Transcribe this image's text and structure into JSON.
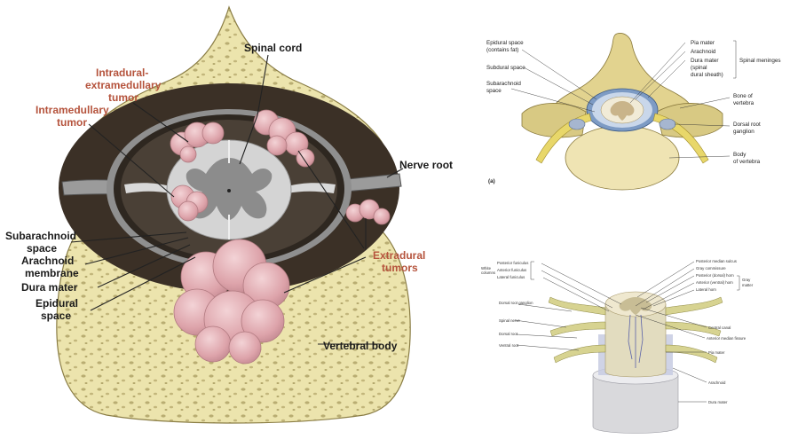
{
  "main_figure": {
    "labels": {
      "spinal_cord": "Spinal cord",
      "intradural_extramedullary_1": "Intradural-",
      "intradural_extramedullary_2": "extramedullary",
      "intradural_extramedullary_3": "tumor",
      "intramedullary_1": "Intramedullary",
      "intramedullary_2": "tumor",
      "nerve_root": "Nerve root",
      "subarachnoid_1": "Subarachnoid",
      "subarachnoid_2": "space",
      "arachnoid_1": "Arachnoid",
      "arachnoid_2": "membrane",
      "dura_mater": "Dura mater",
      "epidural_1": "Epidural",
      "epidural_2": "space",
      "extradural_1": "Extradural",
      "extradural_2": "tumors",
      "vertebral_body": "Vertebral body"
    },
    "colors": {
      "bone": "#ece4ad",
      "bone_pore": "#b9ad72",
      "epidural_dark": "#3b3026",
      "dura": "#8f8f8f",
      "cord_white": "#d4d4d4",
      "cord_gray": "#8c8c8c",
      "tumor": "#e3b3b8",
      "label_red": "#b5533c"
    }
  },
  "figure_a": {
    "labels": {
      "epidural_1": "Epidural space",
      "epidural_2": "(contains fat)",
      "subdural": "Subdural space",
      "subarachnoid_1": "Subarachnoid",
      "subarachnoid_2": "space",
      "pia_mater": "Pia mater",
      "arachnoid": "Arachnoid",
      "dura_1": "Dura mater",
      "dura_2": "(spinal",
      "dura_3": "dural sheath)",
      "spinal_meninges": "Spinal meninges",
      "bone_1": "Bone of",
      "bone_2": "vertebra",
      "drg_1": "Dorsal root",
      "drg_2": "ganglion",
      "body_1": "Body",
      "body_2": "of vertebra",
      "panel_tag": "(a)"
    }
  },
  "figure_b": {
    "labels": {
      "left": [
        "Posterior funiculus",
        "Anterior funiculus",
        "Lateral funiculus",
        "Dorsal root ganglion",
        "Spinal nerve",
        "Dorsal root",
        "Ventral root"
      ],
      "white_columns_1": "White",
      "white_columns_2": "columns",
      "right": [
        "Posterior median sulcus",
        "Gray commissure",
        "Posterior (dorsal) horn",
        "Anterior (ventral) horn",
        "Lateral horn",
        "Central canal",
        "Anterior median fissure",
        "Pia mater",
        "Arachnoid",
        "Dura mater"
      ],
      "gray_matter_1": "Gray",
      "gray_matter_2": "matter"
    }
  }
}
